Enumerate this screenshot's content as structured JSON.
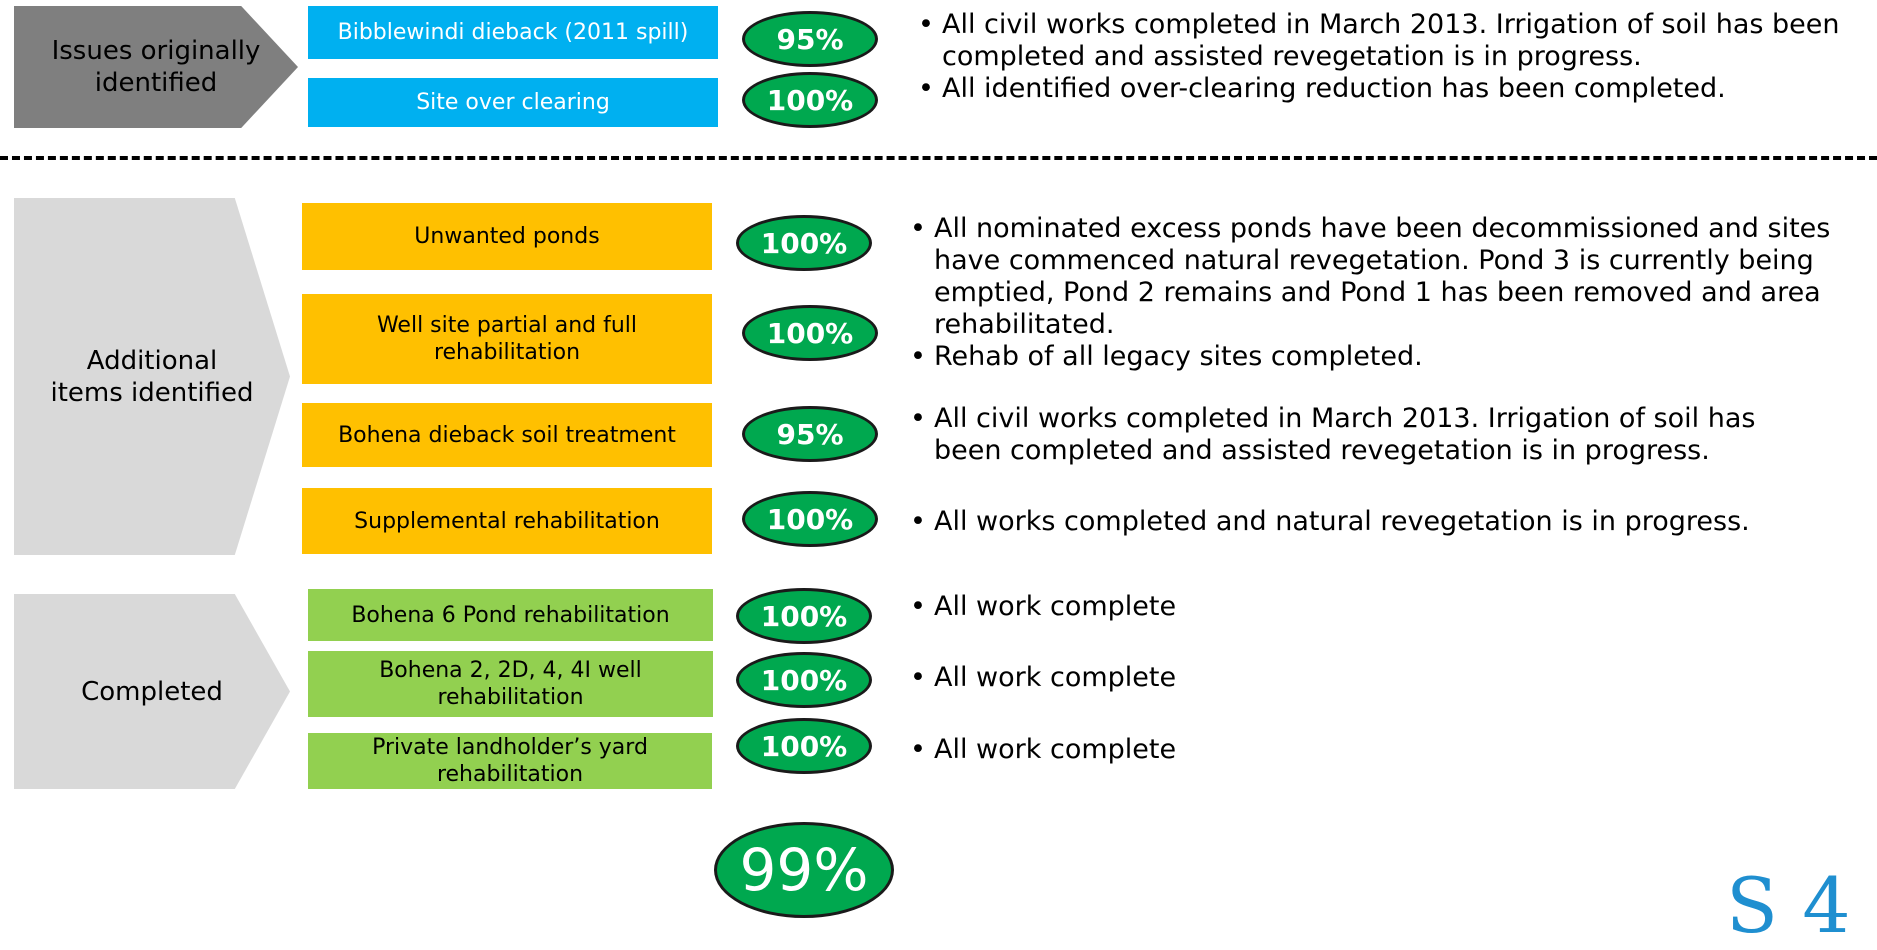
{
  "categories": {
    "original": {
      "label_line1": "Issues originally",
      "label_line2": "identified"
    },
    "additional": {
      "label_line1": "Additional",
      "label_line2": "items identified"
    },
    "completed": {
      "label_line1": "Completed"
    }
  },
  "items": [
    {
      "label": "Bibblewindi dieback (2011 spill)",
      "percent": "95%",
      "group": "original",
      "color": "#00b0f0"
    },
    {
      "label": "Site over clearing",
      "percent": "100%",
      "group": "original",
      "color": "#00b0f0"
    },
    {
      "label": "Unwanted ponds",
      "percent": "100%",
      "group": "additional",
      "color": "#ffc000"
    },
    {
      "label": "Well site partial and full rehabilitation",
      "percent": "100%",
      "group": "additional",
      "color": "#ffc000"
    },
    {
      "label": "Bohena dieback soil treatment",
      "percent": "95%",
      "group": "additional",
      "color": "#ffc000"
    },
    {
      "label": "Supplemental rehabilitation",
      "percent": "100%",
      "group": "additional",
      "color": "#ffc000"
    },
    {
      "label": "Bohena 6 Pond rehabilitation",
      "percent": "100%",
      "group": "completed",
      "color": "#92d050"
    },
    {
      "label": "Bohena 2, 2D, 4, 4I well rehabilitation",
      "percent": "100%",
      "group": "completed",
      "color": "#92d050"
    },
    {
      "label": "Private landholder’s yard rehabilitation",
      "percent": "100%",
      "group": "completed",
      "color": "#92d050"
    }
  ],
  "notes": {
    "original": [
      "All civil works completed in March 2013.  Irrigation of soil has been completed and assisted revegetation is in progress.",
      "All identified over-clearing reduction has been completed."
    ],
    "ponds": [
      "All nominated excess ponds have been decommissioned and sites have commenced natural revegetation. Pond 3 is currently being emptied, Pond 2 remains and Pond 1 has been removed and area rehabilitated.",
      "Rehab of all legacy sites completed."
    ],
    "dieback": [
      "All civil works completed in March 2013. Irrigation of soil has been completed and assisted revegetation is in progress."
    ],
    "supplemental": [
      "All works completed and natural revegetation is in progress."
    ],
    "completed": [
      "All work complete",
      "All work complete",
      "All work complete"
    ]
  },
  "overall_percent": "99%",
  "corner_text": "S 4"
}
